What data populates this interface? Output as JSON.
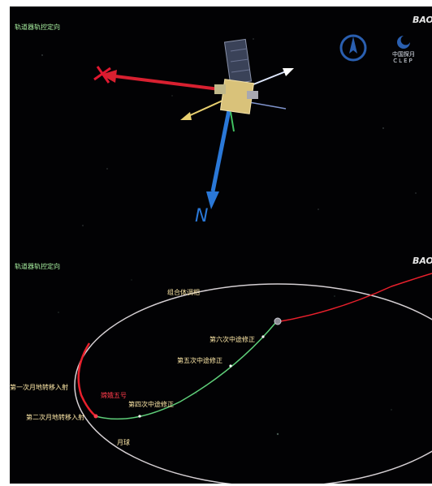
{
  "top_panel": {
    "title": "轨道器轨控定向",
    "brand_mark": "BAO",
    "logo_cn": "中国探月",
    "logo_en": "CLEP",
    "axis_label": "N"
  },
  "bottom_panel": {
    "title": "轨道器轨控定向",
    "brand_mark": "BAO",
    "labels": {
      "combined_phase": "组合体调相",
      "sixth_correction": "第六次中途修正",
      "fifth_correction": "第五次中途修正",
      "first_transfer": "第一次月地转移入射",
      "spacecraft": "嫦娥五号",
      "fourth_correction": "第四次中途修正",
      "second_transfer": "第二次月地转移入射",
      "moon": "月球"
    }
  },
  "colors": {
    "background": "#020204",
    "title_green": "#a8f0a0",
    "label_cream": "#ffe9a8",
    "spacecraft_red": "#ff3b4a",
    "trajectory_red": "#e8202c",
    "trajectory_green": "#5fcf7a",
    "orbit_white": "#ece6ea"
  }
}
